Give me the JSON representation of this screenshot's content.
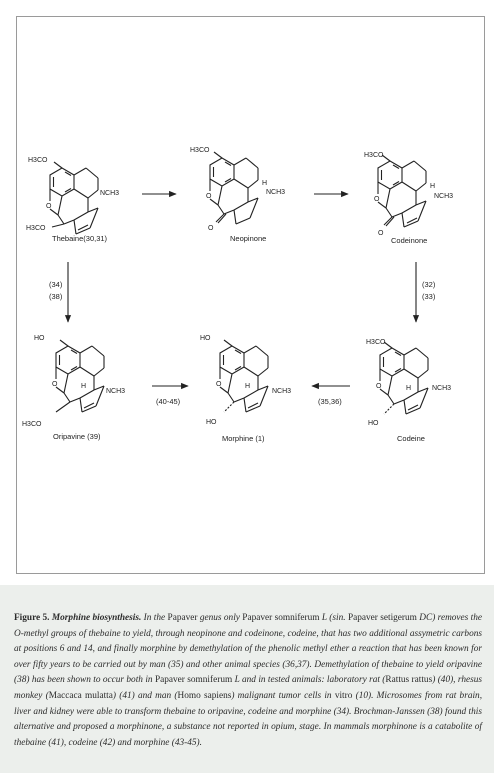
{
  "compounds": {
    "thebaine": {
      "name": "Thebaine(30,31)",
      "groups": {
        "top": "H3CO",
        "bottom": "H3CO",
        "amine": "NCH3"
      }
    },
    "neopinone": {
      "name": "Neopinone",
      "groups": {
        "top": "H3CO",
        "amine": "NCH3",
        "h": "H",
        "keto": "O"
      }
    },
    "codeinone": {
      "name": "Codeinone",
      "groups": {
        "top": "H3CO",
        "amine": "NCH3",
        "h": "H",
        "keto": "O"
      }
    },
    "oripavine": {
      "name": "Oripavine (39)",
      "groups": {
        "top": "HO",
        "bottom": "H3CO",
        "amine": "NCH3",
        "h": "H"
      }
    },
    "morphine": {
      "name": "Morphine (1)",
      "groups": {
        "top": "HO",
        "bottom": "HO",
        "amine": "NCH3",
        "h": "H"
      }
    },
    "codeine": {
      "name": "Codeine",
      "groups": {
        "top": "H3CO",
        "bottom": "HO",
        "amine": "NCH3",
        "h": "H"
      }
    }
  },
  "ring_oxygen": "O",
  "arrow_labels": {
    "thebaine_to_oripavine": [
      "(34)",
      "(38)"
    ],
    "codeinone_to_codeine": [
      "(32)",
      "(33)"
    ],
    "oripavine_to_morphine": "(40-45)",
    "codeine_to_morphine": "(35,36)"
  },
  "caption": {
    "label": "Figure 5.",
    "title": "Morphine biosynthesis.",
    "parts": [
      " In the ",
      "Papaver",
      " genus only ",
      "Papaver somniferum",
      " L (sin. ",
      "Papaver setigerum",
      " DC) removes the O-methyl groups of thebaine to yield, through neopinone and codeinone, codeine, that has two additional assymetric carbons at positions 6 and 14, and finally morphine by demethylation of the phenolic methyl ether a reaction that has been known for over fifty years to be carried out by man (35) and other animal species (36,37). Demethylation of thebaine to yield oripavine (38) has been shown to occur both in ",
      "Papaver somniferum",
      " L and in tested animals: laboratory rat (",
      "Rattus rattus",
      ") (40), rhesus monkey (",
      "Maccaca mulatta",
      ") (41) and man (",
      "Homo sapiens",
      ") malignant tumor cells in ",
      "vitro",
      " (10). Microsomes from rat brain, liver and kidney were able to transform thebaine to oripavine, codeine and morphine (34). Brochman-Janssen (38) found this alternative and proposed a morphinone, a substance not reported in opium, stage. In mammals morphinone is a catabolite of thebaine (41), codeine (42) and morphine (43-45)."
    ]
  }
}
